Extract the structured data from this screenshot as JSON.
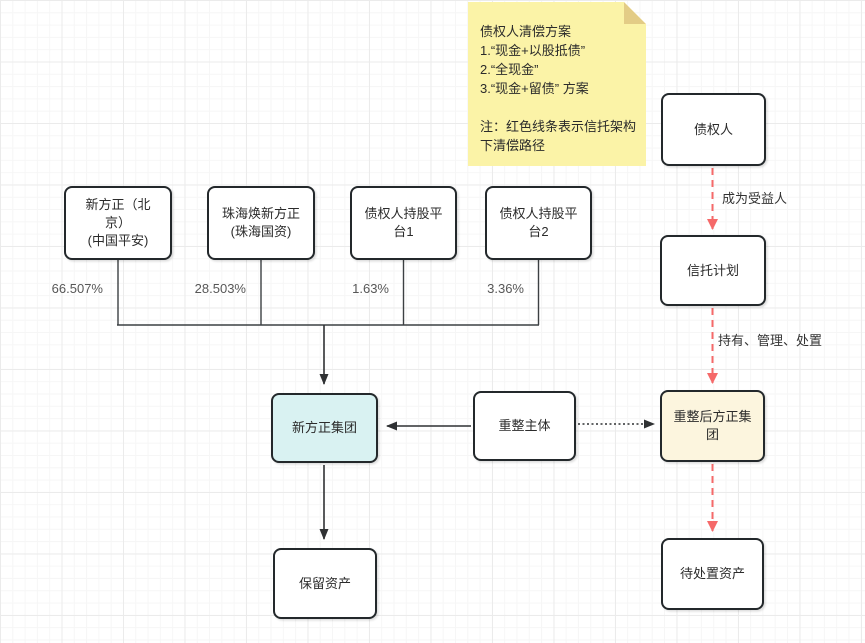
{
  "note": {
    "title": "债权人清偿方案",
    "items": [
      "1.“现金+以股抵债”",
      "2.“全现金”",
      "3.“现金+留债” 方案"
    ],
    "footnote": "注：红色线条表示信托架构下清偿路径"
  },
  "nodes": {
    "creditor": {
      "label": "债权人"
    },
    "trust_plan": {
      "label": "信托计划"
    },
    "shareholder1": {
      "line1": "新方正（北京）",
      "line2": "(中国平安)",
      "percent": "66.507%"
    },
    "shareholder2": {
      "line1": "珠海焕新方正",
      "line2": "(珠海国资)",
      "percent": "28.503%"
    },
    "shareholder3": {
      "label": "债权人持股平台1",
      "percent": "1.63%"
    },
    "shareholder4": {
      "label": "债权人持股平台2",
      "percent": "3.36%"
    },
    "new_group": {
      "label": "新方正集团"
    },
    "restructuring_entity": {
      "label": "重整主体"
    },
    "post_group": {
      "label": "重整后方正集团"
    },
    "retained_assets": {
      "label": "保留资产"
    },
    "assets_for_disposal": {
      "label": "待处置资产"
    }
  },
  "edges": {
    "become_beneficiary": "成为受益人",
    "hold_manage_dispose": "持有、管理、处置"
  },
  "colors": {
    "red_path": "#F56969",
    "black_line": "#2F3133",
    "bus_line": "#3C4043",
    "teal_fill": "#D9F2F2",
    "cream_fill": "#FCF5DE",
    "note_fill": "#FBF3A7",
    "note_fold": "#E3CC86",
    "border": "#23282B"
  }
}
